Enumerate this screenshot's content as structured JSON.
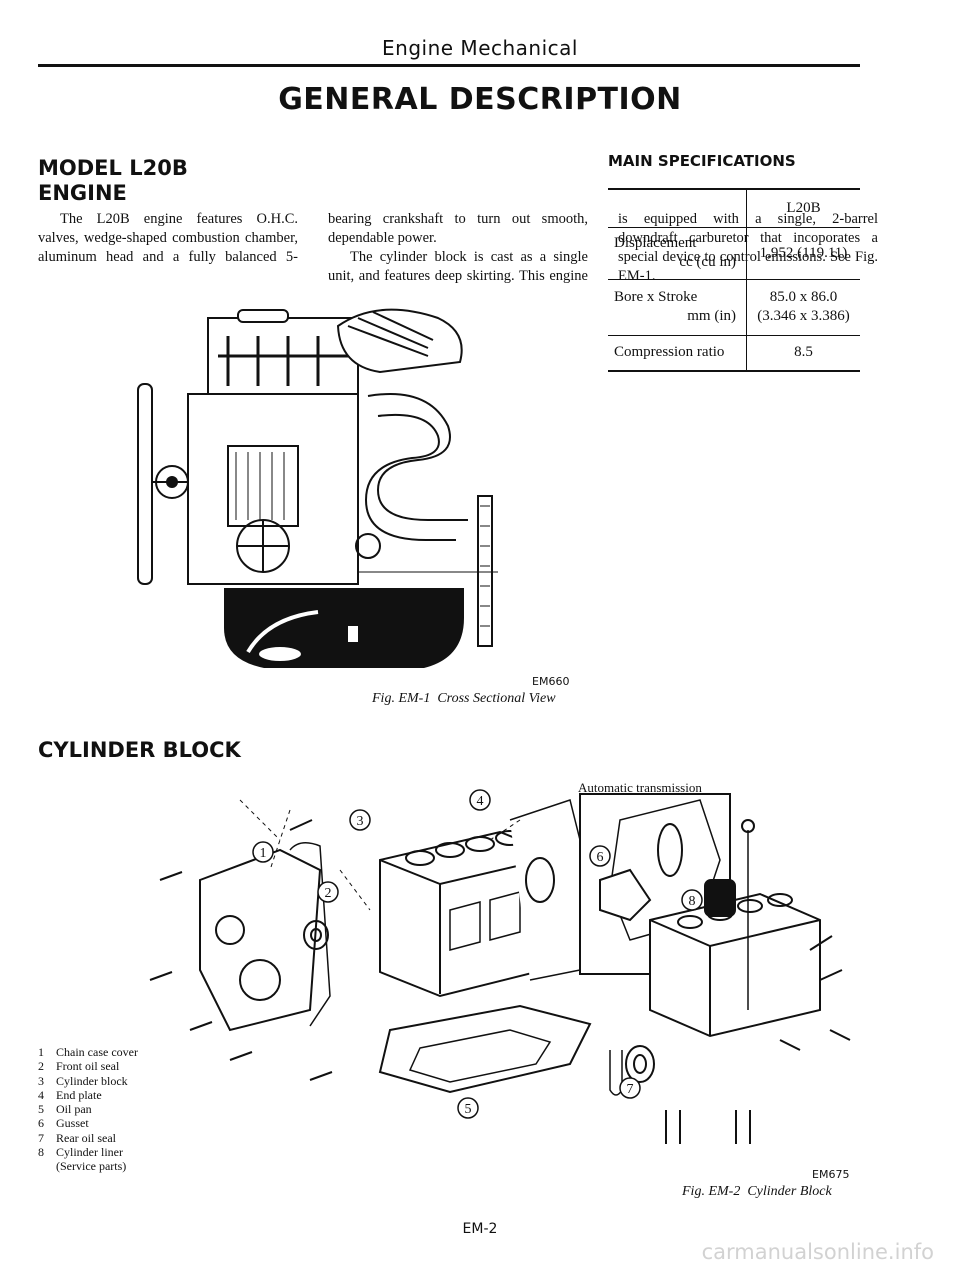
{
  "header": {
    "section_title": "Engine Mechanical"
  },
  "page_title": "GENERAL DESCRIPTION",
  "model": {
    "heading": "MODEL L20B ENGINE",
    "para1": "The L20B engine features O.H.C. valves, wedge-shaped combustion chamber, aluminum head and a fully balanced 5-bearing crankshaft to turn out smooth, dependable power.",
    "para2": "The cylinder block is cast as a single unit, and features deep skirting. This engine is equipped with a single, 2-barrel downdraft carburetor that incoporates a special device to control emissions. See Fig. EM-1."
  },
  "specs": {
    "heading": "MAIN SPECIFICATIONS",
    "column_header": "L20B",
    "rows": [
      {
        "label": "Displacement",
        "unit": "cc (cu in)",
        "value": "1,952 (119.11)"
      },
      {
        "label": "Bore x Stroke",
        "unit": "mm (in)",
        "value": "85.0 x 86.0",
        "value2": "(3.346 x 3.386)"
      },
      {
        "label": "Compression ratio",
        "unit": "",
        "value": "8.5"
      }
    ]
  },
  "fig1": {
    "code": "EM660",
    "caption_label": "Fig. EM-1",
    "caption_text": "Cross Sectional View"
  },
  "cylinder_block": {
    "heading": "CYLINDER BLOCK"
  },
  "fig2": {
    "inset_label": "Automatic transmission",
    "code": "EM675",
    "caption_label": "Fig. EM-2",
    "caption_text": "Cylinder Block",
    "callouts": [
      "1",
      "2",
      "3",
      "4",
      "5",
      "6",
      "7",
      "8"
    ],
    "legend": [
      {
        "num": "1",
        "label": "Chain case cover"
      },
      {
        "num": "2",
        "label": "Front oil seal"
      },
      {
        "num": "3",
        "label": "Cylinder block"
      },
      {
        "num": "4",
        "label": "End plate"
      },
      {
        "num": "5",
        "label": "Oil pan"
      },
      {
        "num": "6",
        "label": "Gusset"
      },
      {
        "num": "7",
        "label": "Rear oil seal"
      },
      {
        "num": "8",
        "label": "Cylinder liner"
      }
    ],
    "legend_note": "(Service parts)"
  },
  "footer": {
    "page_number": "EM-2"
  },
  "watermark": "carmanualsonline.info"
}
